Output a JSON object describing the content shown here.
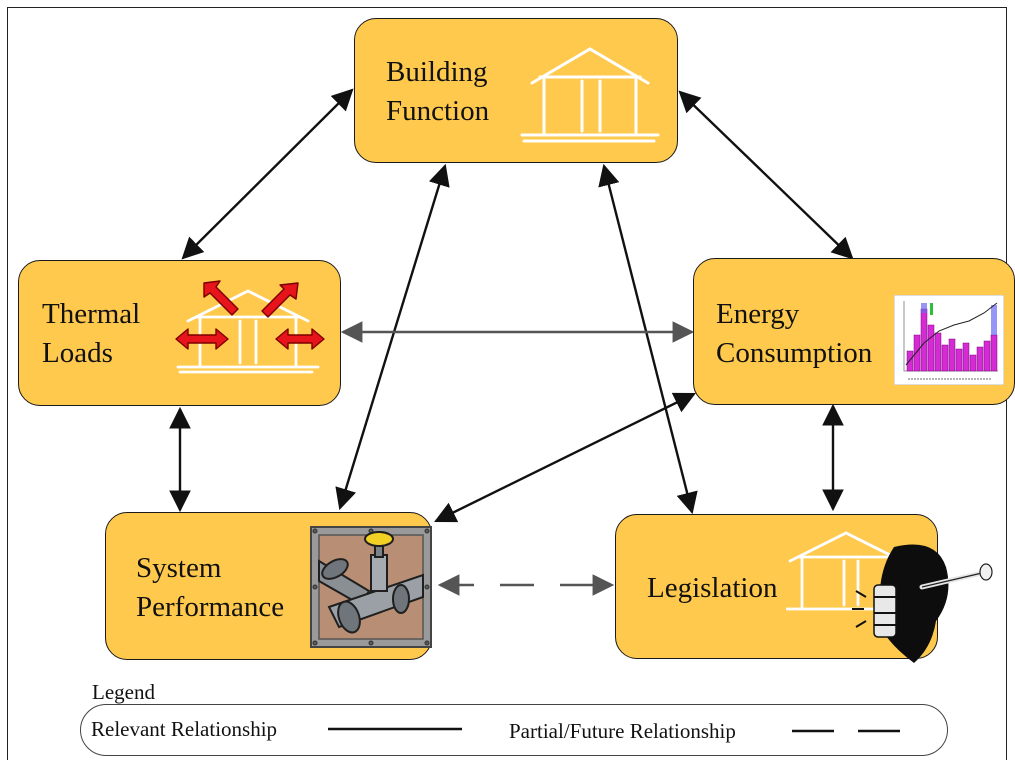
{
  "nodes": {
    "building_function": [
      "Building",
      "Function"
    ],
    "thermal_loads": [
      "Thermal",
      "Loads"
    ],
    "energy_consumption": [
      "Energy",
      "Consumption"
    ],
    "system_performance": [
      "System",
      "Performance"
    ],
    "legislation": [
      "Legislation"
    ]
  },
  "legend": {
    "title": "Legend",
    "relevant": "Relevant Relationship",
    "partial": "Partial/Future Relationship"
  },
  "relationships": [
    {
      "from": "Building Function",
      "to": "Thermal Loads",
      "type": "relevant"
    },
    {
      "from": "Building Function",
      "to": "Energy Consumption",
      "type": "relevant"
    },
    {
      "from": "Building Function",
      "to": "System Performance",
      "type": "relevant"
    },
    {
      "from": "Building Function",
      "to": "Legislation",
      "type": "relevant"
    },
    {
      "from": "Thermal Loads",
      "to": "Energy Consumption",
      "type": "relevant"
    },
    {
      "from": "Thermal Loads",
      "to": "System Performance",
      "type": "relevant"
    },
    {
      "from": "Energy Consumption",
      "to": "System Performance",
      "type": "relevant"
    },
    {
      "from": "Energy Consumption",
      "to": "Legislation",
      "type": "relevant"
    },
    {
      "from": "System Performance",
      "to": "Legislation",
      "type": "partial"
    }
  ],
  "colors": {
    "node_fill": "#FFC94D",
    "arrow": "#111111",
    "arrow_grey": "#555555",
    "heat_arrow": "#E8141B",
    "chart_bars": "#D42BD4"
  }
}
